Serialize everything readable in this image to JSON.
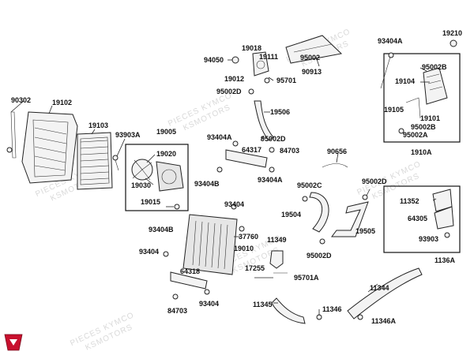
{
  "diagram": {
    "watermark_line1": "PIECES KYMCO",
    "watermark_line2": "KSMOTORS",
    "accent_color": "#c8102e",
    "labels": {
      "l90302": "90302",
      "l19102": "19102",
      "l19103": "19103",
      "l93903A": "93903A",
      "l19005": "19005",
      "l19020": "19020",
      "l19030": "19030",
      "l19015": "19015",
      "l93404B_a": "93404B",
      "l94050": "94050",
      "l19018": "19018",
      "l19111": "19111",
      "l19012": "19012",
      "l95701": "95701",
      "l95002D_a": "95002D",
      "l95002": "95002",
      "l90913": "90913",
      "l19506": "19506",
      "l93404A_a": "93404A",
      "l64317": "64317",
      "l95002D_b": "95002D",
      "l84703_a": "84703",
      "l93404B_b": "93404B",
      "l93404A_b": "93404A",
      "l93404_a": "93404",
      "l19010": "19010",
      "l37760": "37760",
      "l93404_b": "93404",
      "l64318": "64318",
      "l93404_c": "93404",
      "l84703_b": "84703",
      "l90656": "90656",
      "l95002C": "95002C",
      "l19504": "19504",
      "l95002D_c": "95002D",
      "l19505": "19505",
      "l11349": "11349",
      "l95002D_d": "95002D",
      "l17255": "17255",
      "l95701A": "95701A",
      "l11345": "11345",
      "l11346": "11346",
      "l11344": "11344",
      "l11346A": "11346A",
      "l93404A_c": "93404A",
      "l19210": "19210",
      "l95002B_a": "95002B",
      "l19104": "19104",
      "l19105": "19105",
      "l19101": "19101",
      "l95002B_b": "95002B",
      "l95002A": "95002A",
      "l1910A": "1910A",
      "l11352": "11352",
      "l64305": "64305",
      "l93903": "93903",
      "l1136A": "1136A"
    }
  }
}
